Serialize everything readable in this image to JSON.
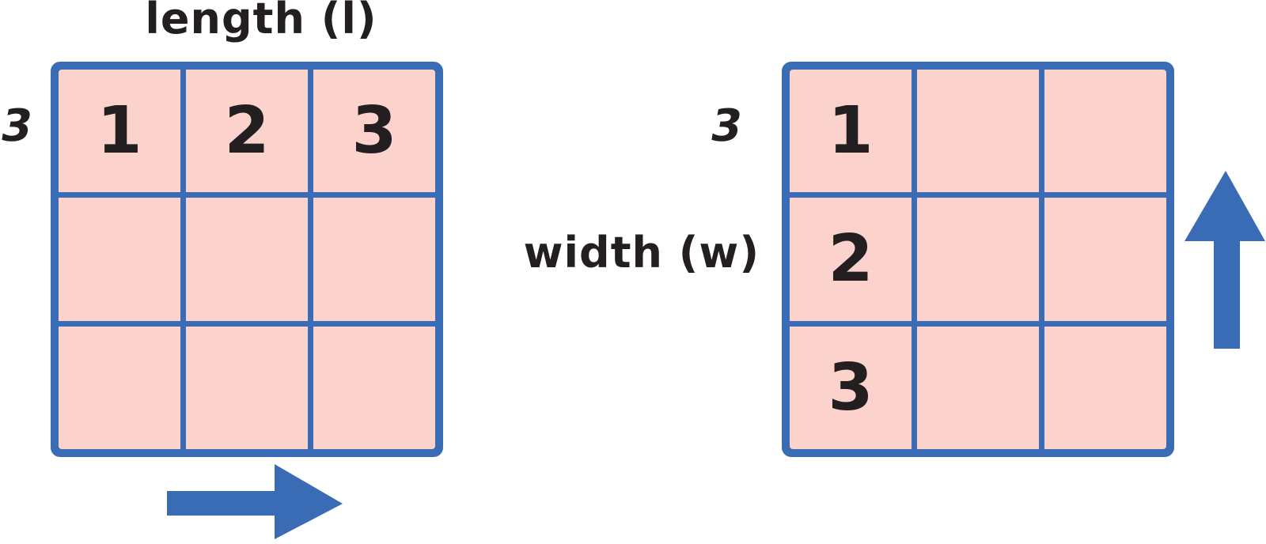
{
  "diagram": {
    "length_label": "length (l)",
    "width_label": "width (w)",
    "left_grid": {
      "side_label": "3",
      "rows": 3,
      "cols": 3,
      "cells": [
        [
          "1",
          "2",
          "3"
        ],
        [
          "",
          "",
          ""
        ],
        [
          "",
          "",
          ""
        ]
      ]
    },
    "right_grid": {
      "side_label": "3",
      "rows": 3,
      "cols": 3,
      "cells": [
        [
          "1",
          "",
          ""
        ],
        [
          "2",
          "",
          ""
        ],
        [
          "3",
          "",
          ""
        ]
      ]
    },
    "icons": {
      "right_arrow": "right-arrow-icon",
      "up_arrow": "up-arrow-icon"
    },
    "colors": {
      "line_blue": "#3a6cb5",
      "cell_pink": "#fbd2cc",
      "ink": "#231f20",
      "background": "#ffffff"
    }
  }
}
